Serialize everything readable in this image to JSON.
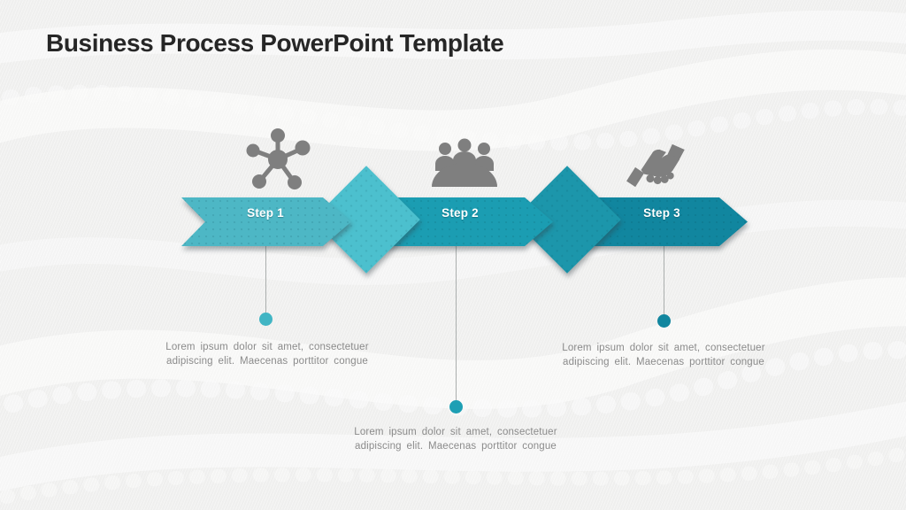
{
  "slide": {
    "title": "Business Process PowerPoint Template",
    "colors": {
      "background": "#f1f1f0",
      "title": "#262626",
      "icon": "#7f7f7f",
      "connector": "#aaaead",
      "step_label": "#ffffff",
      "description_text": "#8b8b8b"
    }
  },
  "steps": [
    {
      "label": "Step 1",
      "icon": "network-icon",
      "arrow_color": "#4db7c5",
      "diamond_color": "#4cc0ce",
      "dot_color": "#41b5c4",
      "description": "Lorem ipsum dolor sit amet, consectetuer adipiscing elit. Maecenas porttitor congue"
    },
    {
      "label": "Step 2",
      "icon": "meeting-icon",
      "arrow_color": "#1b9db2",
      "diamond_color": "#1c96ab",
      "dot_color": "#1e9fb4",
      "description": "Lorem ipsum dolor sit amet, consectetuer adipiscing elit. Maecenas porttitor congue"
    },
    {
      "label": "Step 3",
      "icon": "handshake-icon",
      "arrow_color": "#11869f",
      "dot_color": "#11869f",
      "description": "Lorem ipsum dolor sit amet, consectetuer adipiscing elit. Maecenas porttitor congue"
    }
  ]
}
